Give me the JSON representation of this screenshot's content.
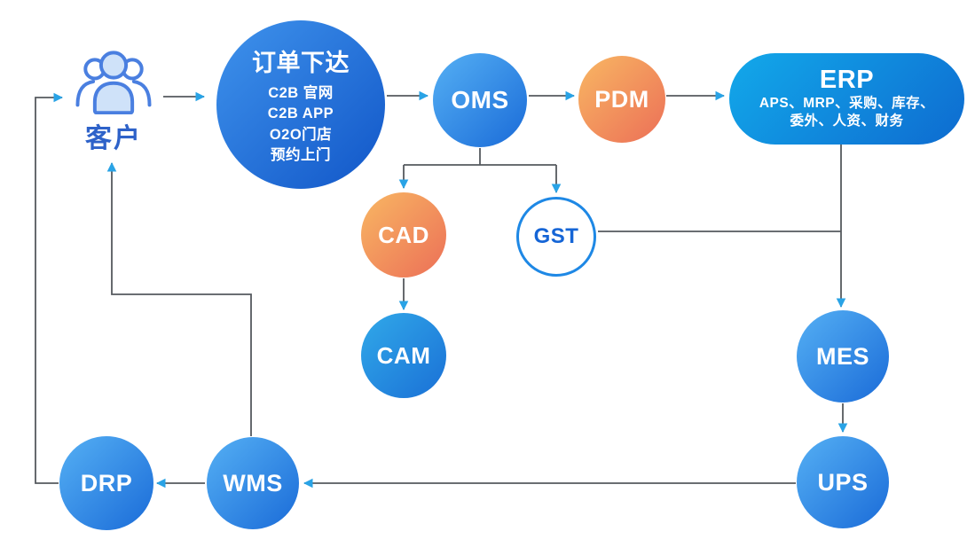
{
  "diagram": {
    "nodes": {
      "customer": {
        "label": "客户"
      },
      "order": {
        "title": "订单下达",
        "lines": [
          "C2B 官网",
          "C2B APP",
          "O2O门店",
          "预约上门"
        ]
      },
      "oms": {
        "label": "OMS"
      },
      "pdm": {
        "label": "PDM"
      },
      "erp": {
        "title": "ERP",
        "sub_line1": "APS、MRP、采购、库存、",
        "sub_line2": "委外、人资、财务"
      },
      "cad": {
        "label": "CAD"
      },
      "gst": {
        "label": "GST"
      },
      "cam": {
        "label": "CAM"
      },
      "mes": {
        "label": "MES"
      },
      "ups": {
        "label": "UPS"
      },
      "wms": {
        "label": "WMS"
      },
      "drp": {
        "label": "DRP"
      }
    },
    "edges": [
      {
        "from": "customer",
        "to": "order"
      },
      {
        "from": "order",
        "to": "oms"
      },
      {
        "from": "oms",
        "to": "pdm"
      },
      {
        "from": "pdm",
        "to": "erp"
      },
      {
        "from": "oms",
        "to": "cad"
      },
      {
        "from": "oms",
        "to": "gst"
      },
      {
        "from": "cad",
        "to": "cam"
      },
      {
        "from": "gst",
        "to": "mes_line_junction"
      },
      {
        "from": "erp",
        "to": "mes"
      },
      {
        "from": "mes",
        "to": "ups"
      },
      {
        "from": "ups",
        "to": "wms"
      },
      {
        "from": "wms",
        "to": "drp"
      },
      {
        "from": "wms",
        "to": "customer"
      },
      {
        "from": "drp",
        "to": "customer"
      }
    ],
    "palette": {
      "blue_gradient_start": "#55b0f4",
      "blue_gradient_end": "#1a6bd8",
      "deep_blue_gradient_start": "#3f93ec",
      "deep_blue_gradient_end": "#1156c8",
      "erp_gradient_start": "#12a9ea",
      "erp_gradient_end": "#0e6bd0",
      "orange_gradient_start": "#f8b763",
      "orange_gradient_end": "#ec6f57",
      "gst_border": "#1e88e5",
      "gst_text": "#1565d6",
      "customer_text": "#2e62c9",
      "line_color": "#55595e",
      "arrowhead_color": "#29a3e6",
      "background": "#ffffff"
    }
  }
}
